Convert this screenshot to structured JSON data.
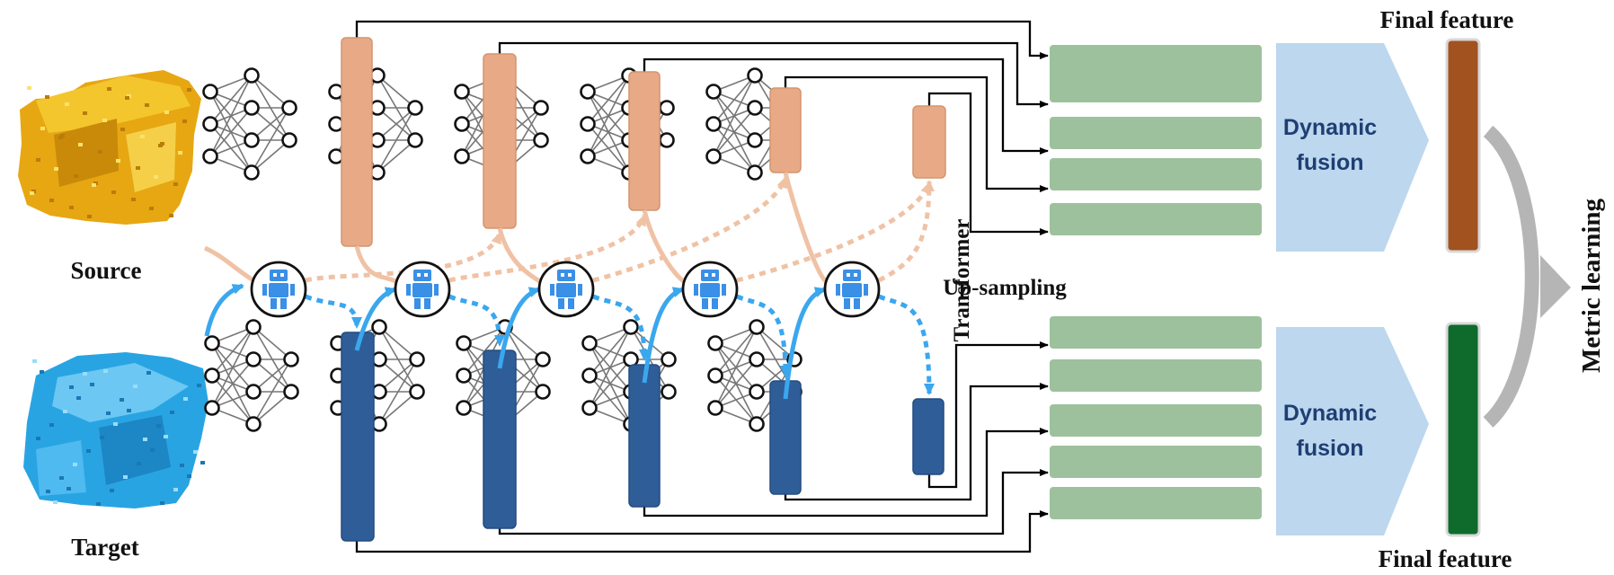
{
  "labels": {
    "source": "Source",
    "target": "Target",
    "upsampling": "Up-sampling",
    "transformer": "Transformer",
    "final_feature_top": "Final feature",
    "final_feature_bottom": "Final feature",
    "metric_learning": "Metric learning",
    "dynamic_fusion_top": [
      "Dynamic",
      "fusion"
    ],
    "dynamic_fusion_bottom": [
      "Dynamic",
      "fusion"
    ]
  },
  "colors": {
    "source_feature": "#e8aa86",
    "source_feature_stroke": "#d4946e",
    "target_feature": "#2f5d97",
    "target_feature_stroke": "#244c80",
    "upsample_block": "#9dc19c",
    "fusion_chevron": "#bcd7ee",
    "final_top": "#a2521f",
    "final_bottom": "#0e6b2c",
    "arrow_blue": "#3aa7ee",
    "arrow_peach": "#f0c2a5",
    "robot": "#3a8fe6",
    "metric_arrow": "#b5b5b5",
    "source_cloud": "#e7a712",
    "target_cloud": "#29a4e2"
  },
  "icons": {
    "network": "neural-network-icon",
    "robot": "robot-icon",
    "source_cloud": "point-cloud-source-image",
    "target_cloud": "point-cloud-target-image"
  }
}
